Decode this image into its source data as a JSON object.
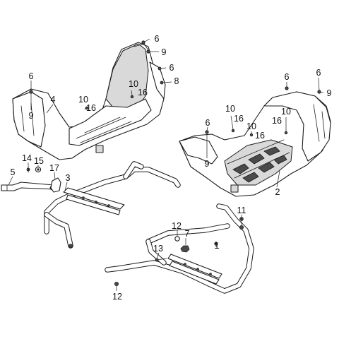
{
  "diagram": {
    "background": "#ffffff",
    "line_color": "#1a1a1a",
    "callouts": [
      {
        "id": "c6a",
        "label": "6"
      },
      {
        "id": "c9a",
        "label": "9"
      },
      {
        "id": "c6b",
        "label": "6"
      },
      {
        "id": "c8",
        "label": "8"
      },
      {
        "id": "c6c",
        "label": "6"
      },
      {
        "id": "c4",
        "label": "4"
      },
      {
        "id": "c9b",
        "label": "9"
      },
      {
        "id": "c10a",
        "label": "10"
      },
      {
        "id": "c16a",
        "label": "16"
      },
      {
        "id": "c10b",
        "label": "10"
      },
      {
        "id": "c16b",
        "label": "16"
      },
      {
        "id": "c6d",
        "label": "6"
      },
      {
        "id": "c6e",
        "label": "6"
      },
      {
        "id": "c9c",
        "label": "9"
      },
      {
        "id": "c10c",
        "label": "10"
      },
      {
        "id": "c16c",
        "label": "16"
      },
      {
        "id": "c10d",
        "label": "10"
      },
      {
        "id": "c16d",
        "label": "16"
      },
      {
        "id": "c6f",
        "label": "6"
      },
      {
        "id": "c9d",
        "label": "9"
      },
      {
        "id": "c10e",
        "label": "10"
      },
      {
        "id": "c16e",
        "label": "16"
      },
      {
        "id": "c2",
        "label": "2"
      },
      {
        "id": "c14",
        "label": "14"
      },
      {
        "id": "c15",
        "label": "15"
      },
      {
        "id": "c5",
        "label": "5"
      },
      {
        "id": "c17",
        "label": "17"
      },
      {
        "id": "c3",
        "label": "3"
      },
      {
        "id": "c11",
        "label": "11"
      },
      {
        "id": "c12a",
        "label": "12"
      },
      {
        "id": "c7",
        "label": "7"
      },
      {
        "id": "c13",
        "label": "13"
      },
      {
        "id": "c1",
        "label": "1"
      },
      {
        "id": "c12b",
        "label": "12"
      }
    ]
  }
}
